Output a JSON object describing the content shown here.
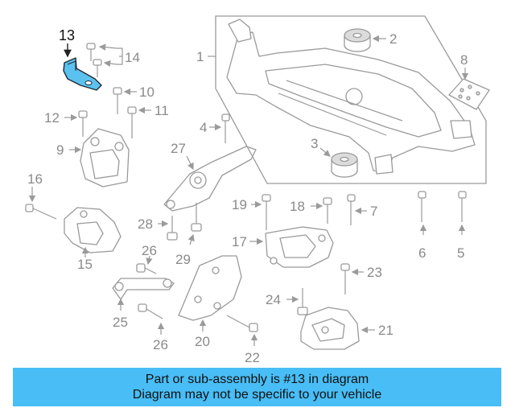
{
  "highlight": {
    "part_number": "13",
    "color": "#5bc2f0"
  },
  "callouts": {
    "c1": "1",
    "c2": "2",
    "c3": "3",
    "c4": "4",
    "c5": "5",
    "c6": "6",
    "c7": "7",
    "c8": "8",
    "c9": "9",
    "c10": "10",
    "c11": "11",
    "c12": "12",
    "c13": "13",
    "c14": "14",
    "c15": "15",
    "c16": "16",
    "c17": "17",
    "c18": "18",
    "c19": "19",
    "c20": "20",
    "c21": "21",
    "c22": "22",
    "c23": "23",
    "c24": "24",
    "c25": "25",
    "c26a": "26",
    "c26b": "26",
    "c27": "27",
    "c28": "28",
    "c29": "29"
  },
  "banner": {
    "line1": "Part or sub-assembly is #13 in diagram",
    "line2": "Diagram may not be specific to your vehicle",
    "color": "#49bdf5"
  }
}
